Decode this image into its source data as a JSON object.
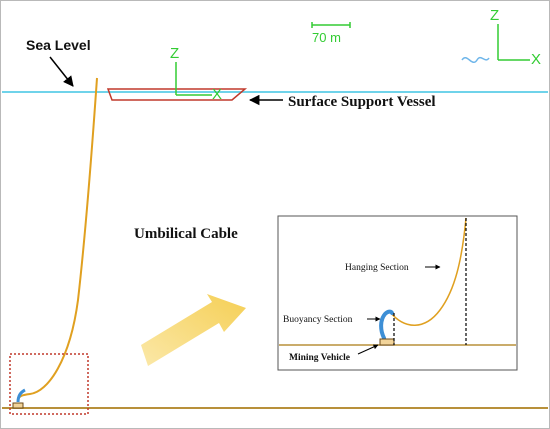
{
  "labels": {
    "sea_level": "Sea Level",
    "surface_support_vessel": "Surface Support Vessel",
    "umbilical_cable": "Umbilical Cable",
    "scale_bar": "70 m",
    "hanging_section": "Hanging Section",
    "buoyancy_section": "Buoyancy Section",
    "mining_vehicle": "Mining Vehicle"
  },
  "axes": {
    "vessel_z": "Z",
    "vessel_x": "X",
    "global_z": "Z",
    "global_x": "X"
  },
  "colors": {
    "sea_level_line": "#6fd3ea",
    "seabed_line": "#b8903a",
    "cable": "#e0a020",
    "vessel": "#c0392b",
    "axes": "#33cc33",
    "buoyancy": "#3d8fd6",
    "detail_box": "#c0392b",
    "big_arrow": "#f7d77a"
  }
}
